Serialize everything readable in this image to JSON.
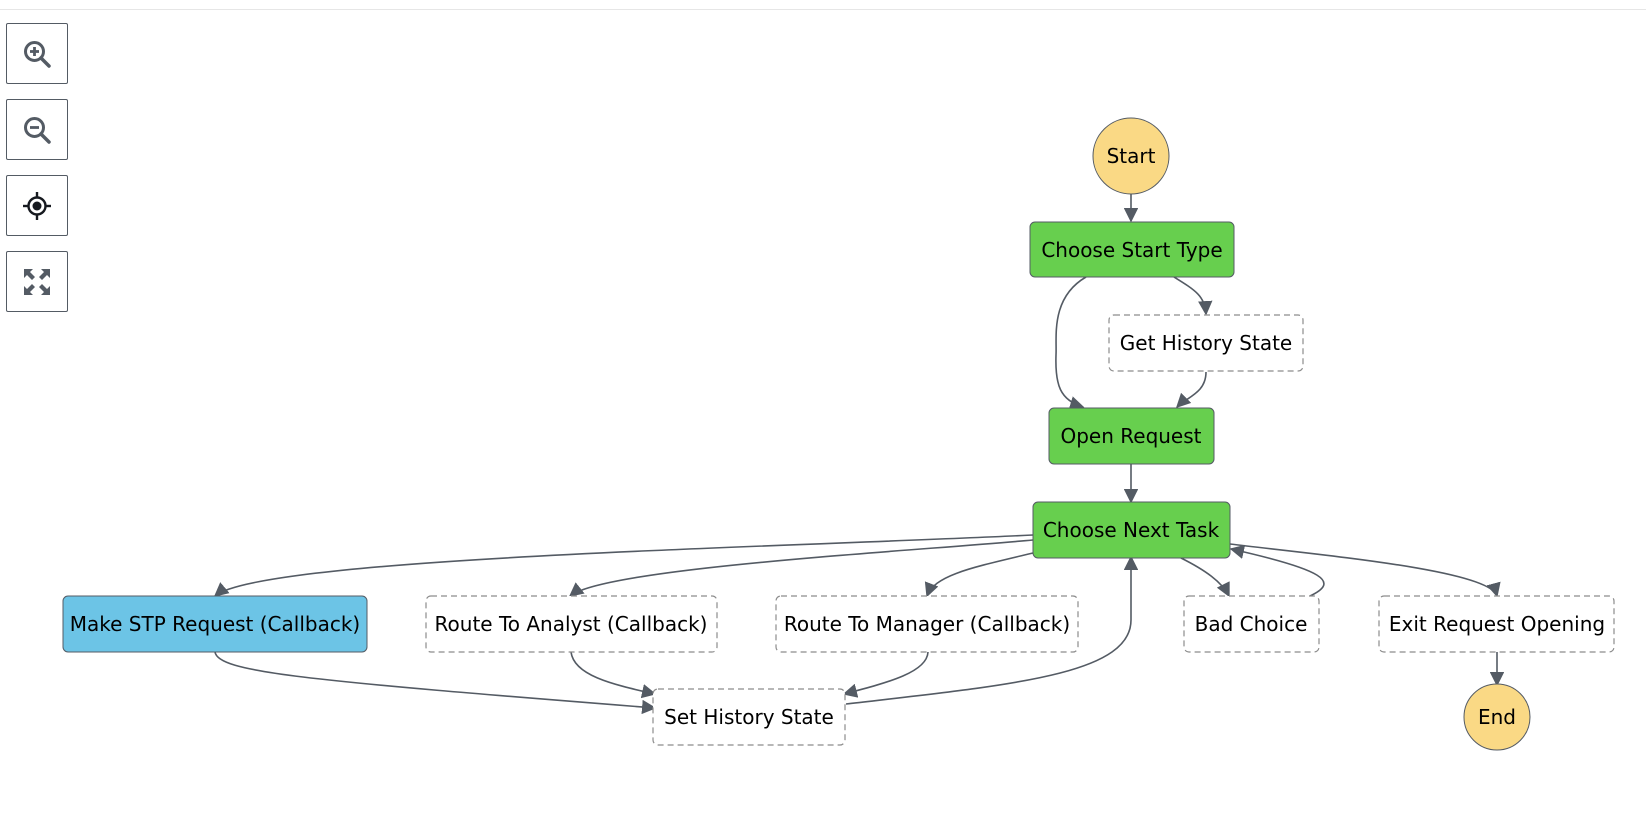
{
  "toolbar": {
    "buttons": [
      {
        "icon": "zoom-in-icon"
      },
      {
        "icon": "zoom-out-icon"
      },
      {
        "icon": "center-icon"
      },
      {
        "icon": "fit-to-screen-icon"
      }
    ]
  },
  "colors": {
    "terminal_fill": "#fad985",
    "active_fill": "#67cf4e",
    "callback_fill": "#6cc4e6",
    "idle_fill": "#ffffff",
    "edge": "#545b64",
    "dashed_border": "#8c8c8c"
  },
  "states": {
    "start": "Start",
    "choose_start_type": "Choose Start Type",
    "get_history_state": "Get History State",
    "open_request": "Open Request",
    "choose_next_task": "Choose Next Task",
    "make_stp_request": "Make STP Request (Callback)",
    "route_to_analyst": "Route To Analyst (Callback)",
    "route_to_manager": "Route To Manager (Callback)",
    "bad_choice": "Bad Choice",
    "exit_request_opening": "Exit Request Opening",
    "set_history_state": "Set History State",
    "end": "End"
  }
}
